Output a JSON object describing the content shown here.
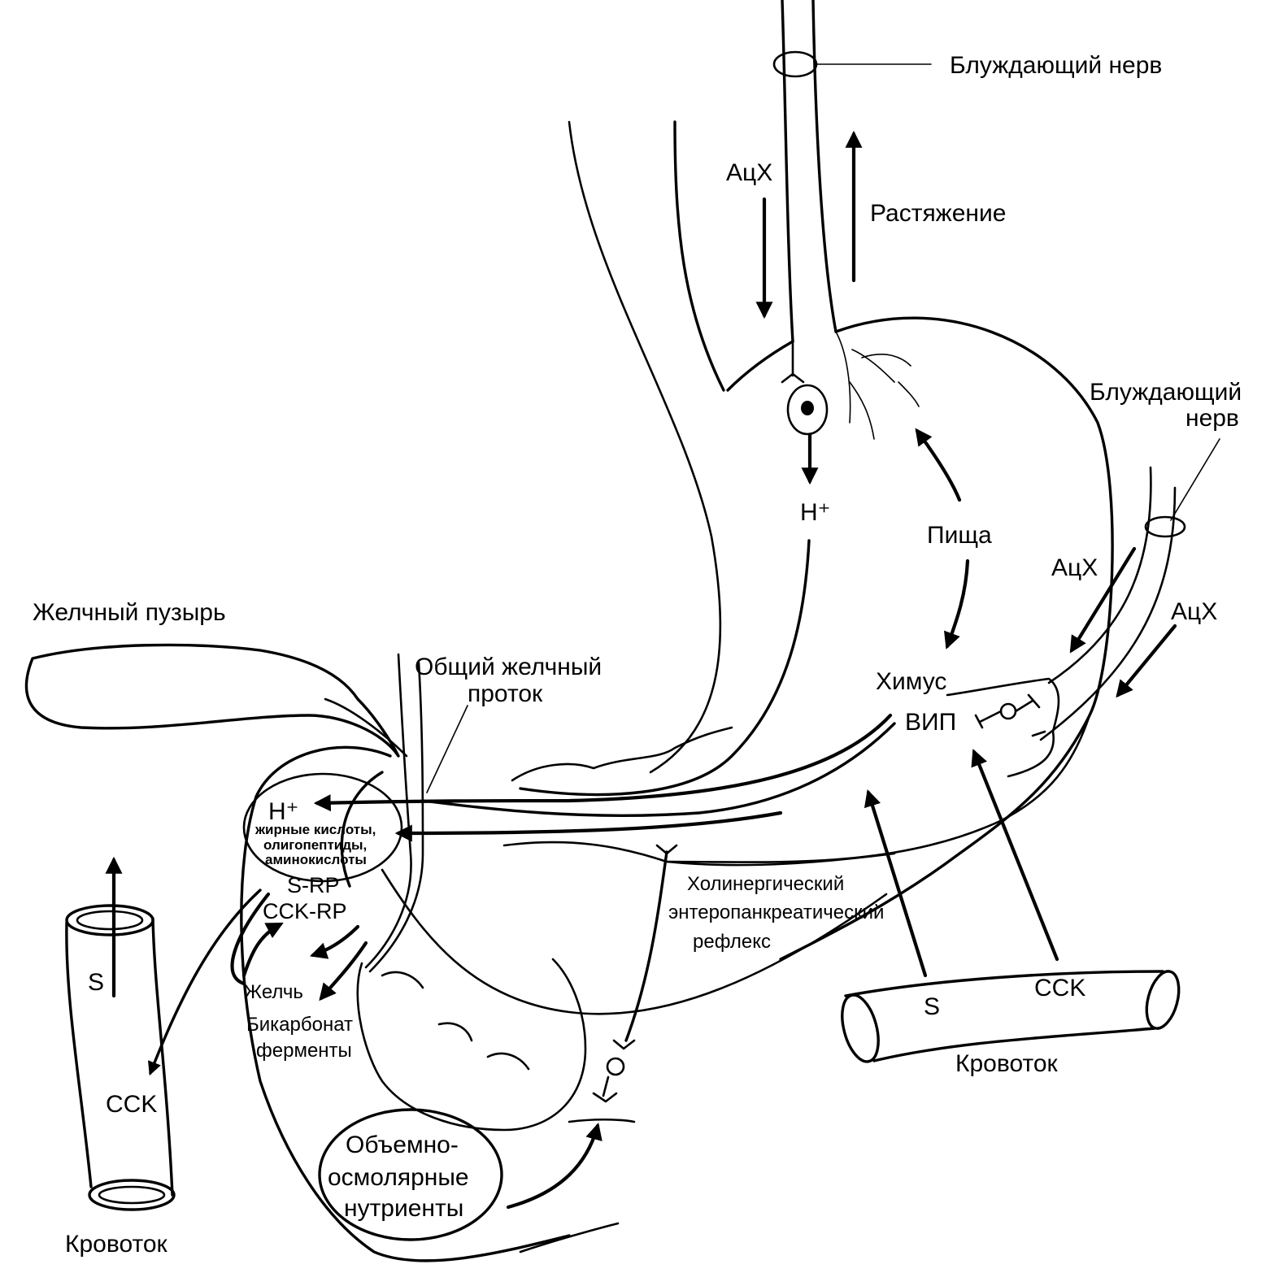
{
  "labels": {
    "vagus_top": "Блуждающий нерв",
    "ach_1": "АцХ",
    "distension": "Растяжение",
    "vagus_right_1": "Блуждающий",
    "vagus_right_2": "нерв",
    "h_plus": "H⁺",
    "food": "Пища",
    "ach_2": "АцХ",
    "ach_3": "АцХ",
    "chyme": "Химус",
    "vip": "ВИП",
    "gallbladder": "Желчный пузырь",
    "common_bile_duct_1": "Общий желчный",
    "common_bile_duct_2": "проток",
    "duod_h_plus": "H⁺",
    "fatty_acids": "жирные кислоты,",
    "oligopeptides": "олигопептиды,",
    "amino_acids": "аминокислоты",
    "s_rp": "S-RP",
    "cck_rp": "CCK-RP",
    "cholinergic_1": "Холинергический",
    "cholinergic_2": "энтеропанкреатический",
    "cholinergic_3": "рефлекс",
    "bile": "Желчь",
    "bicarbonate": "Бикарбонат",
    "enzymes": "ферменты",
    "vessel_left_s": "S",
    "vessel_left_cck": "CCK",
    "bloodflow_left": "Кровоток",
    "vessel_right_s": "S",
    "vessel_right_cck": "CCK",
    "bloodflow_right": "Кровоток",
    "nutrients_1": "Объемно-",
    "nutrients_2": "осмолярные",
    "nutrients_3": "нутриенты"
  }
}
